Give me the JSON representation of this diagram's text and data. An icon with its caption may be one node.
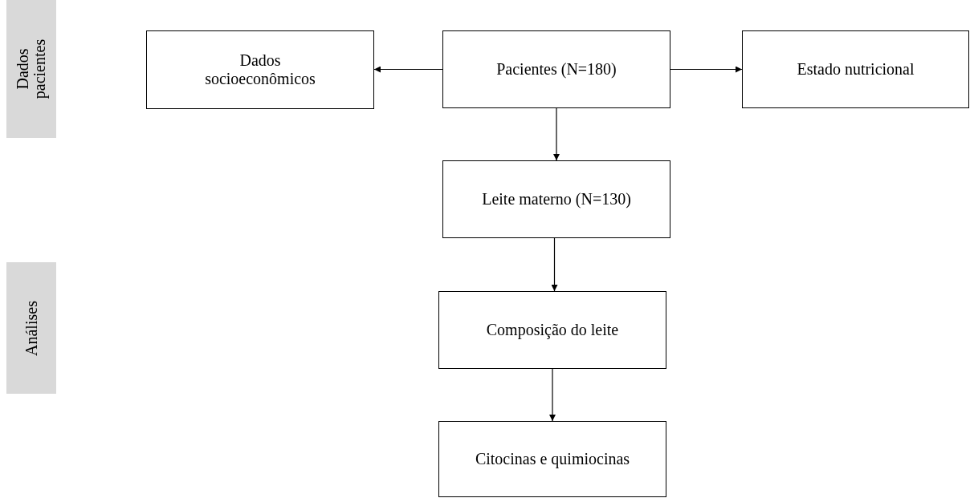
{
  "diagram": {
    "nodes": [
      {
        "text": [
          "Dados pacientes"
        ]
      },
      {
        "text": [
          "Dados socioeconômicos"
        ]
      },
      {
        "text": [
          "Pacientes (N=180)"
        ]
      },
      {
        "text": [
          "Estado nutricional"
        ]
      },
      {
        "text": [
          "Leite materno (N=130)"
        ]
      },
      {
        "text": [
          "Análises"
        ]
      },
      {
        "text": [
          "Composição do leite"
        ]
      },
      {
        "text": [
          "Citocinas e quimiocinas"
        ]
      }
    ],
    "edges": [
      {
        "from": 2,
        "to": 1,
        "arrow": "to"
      },
      {
        "from": 2,
        "to": 3,
        "arrow": "to"
      },
      {
        "from": 2,
        "to": 4,
        "arrow": "to"
      },
      {
        "from": 4,
        "to": 6,
        "arrow": "to"
      },
      {
        "from": 6,
        "to": 7,
        "arrow": "to"
      }
    ]
  }
}
